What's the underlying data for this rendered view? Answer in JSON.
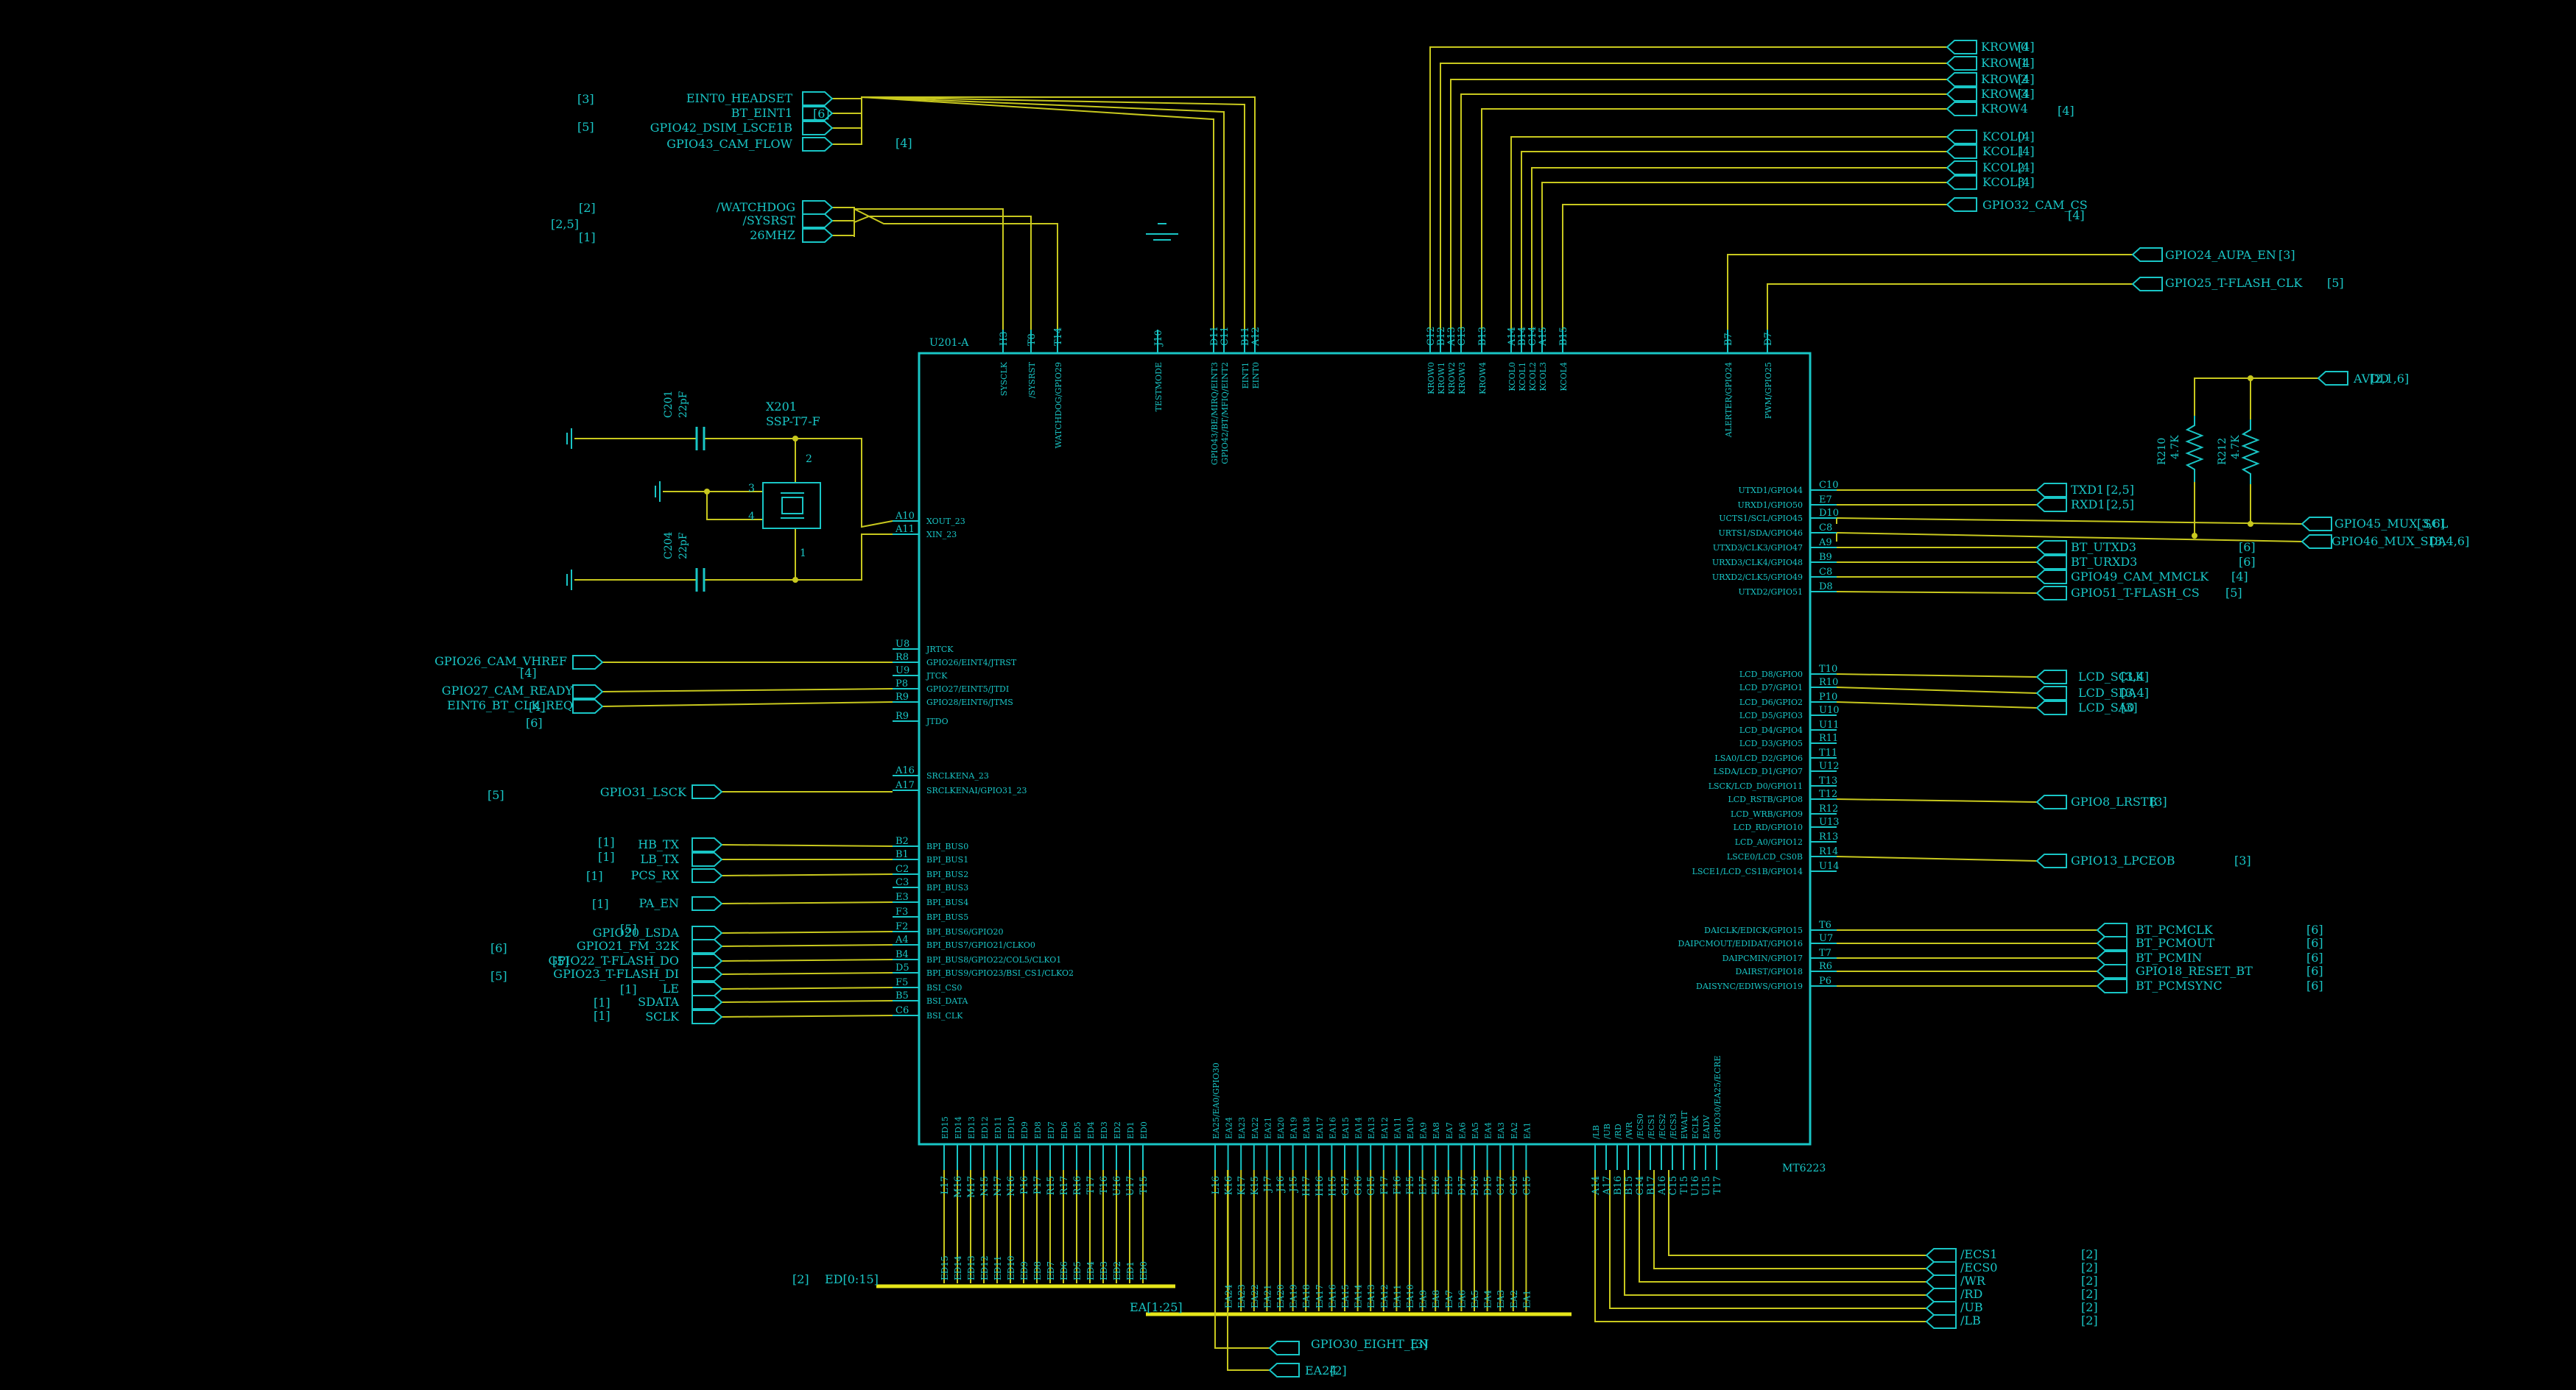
{
  "colors": {
    "background": "#000000",
    "wire": "#c8c81e",
    "part": "#19c6c6",
    "bus": "#e6e61a"
  },
  "chip": {
    "ref": "U201-A",
    "part": "MT6223"
  },
  "crystal": {
    "ref": "X201",
    "part": "SSP-T7-F",
    "pin1": "1",
    "pin2": "2",
    "pin3": "3",
    "pin4": "4"
  },
  "caps": [
    {
      "ref": "C201",
      "value": "22pF"
    },
    {
      "ref": "C204",
      "value": "22pF"
    }
  ],
  "resistors": [
    {
      "ref": "R210",
      "value": "4.7K"
    },
    {
      "ref": "R212",
      "value": "4.7K"
    }
  ],
  "top_pins": [
    {
      "ball": "H3",
      "name": "SYSCLK"
    },
    {
      "ball": "T8",
      "name": "/SYSRST"
    },
    {
      "ball": "T14",
      "name": "WATCHDOG/GPIO29"
    },
    {
      "ball": "J10",
      "name": "TESTMODE"
    },
    {
      "ball": "D11",
      "name": "GPIO43/BE/MIRQ/EINT3"
    },
    {
      "ball": "C11",
      "name": "GPIO42/BT/MFIQ/EINT2"
    },
    {
      "ball": "B11",
      "name": "EINT1"
    },
    {
      "ball": "A12",
      "name": "EINT0"
    },
    {
      "ball": "C12",
      "name": "KROW0"
    },
    {
      "ball": "B12",
      "name": "KROW1"
    },
    {
      "ball": "A13",
      "name": "KROW2"
    },
    {
      "ball": "C13",
      "name": "KROW3"
    },
    {
      "ball": "B13",
      "name": "KROW4"
    },
    {
      "ball": "A14",
      "name": "KCOL0"
    },
    {
      "ball": "B14",
      "name": "KCOL1"
    },
    {
      "ball": "C14",
      "name": "KCOL2"
    },
    {
      "ball": "A15",
      "name": "KCOL3"
    },
    {
      "ball": "B15",
      "name": "KCOL4"
    },
    {
      "ball": "B7",
      "name": "ALERTER/GPIO24"
    },
    {
      "ball": "D7",
      "name": "PWM/GPIO25"
    }
  ],
  "left_pins": [
    {
      "ball": "A10",
      "name": "XOUT_23"
    },
    {
      "ball": "A11",
      "name": "XIN_23"
    },
    {
      "ball": "U8",
      "name": "JRTCK"
    },
    {
      "ball": "R8",
      "name": "GPIO26/EINT4/JTRST"
    },
    {
      "ball": "U9",
      "name": "JTCK"
    },
    {
      "ball": "P8",
      "name": "GPIO27/EINT5/JTDI"
    },
    {
      "ball": "R9",
      "name": "GPIO28/EINT6/JTMS"
    },
    {
      "ball": "R9",
      "name": "JTDO"
    },
    {
      "ball": "A16",
      "name": "SRCLKENA_23"
    },
    {
      "ball": "A17",
      "name": "SRCLKENAI/GPIO31_23"
    },
    {
      "ball": "B2",
      "name": "BPI_BUS0"
    },
    {
      "ball": "B1",
      "name": "BPI_BUS1"
    },
    {
      "ball": "C2",
      "name": "BPI_BUS2"
    },
    {
      "ball": "C3",
      "name": "BPI_BUS3"
    },
    {
      "ball": "E3",
      "name": "BPI_BUS4"
    },
    {
      "ball": "F3",
      "name": "BPI_BUS5"
    },
    {
      "ball": "F2",
      "name": "BPI_BUS6/GPIO20"
    },
    {
      "ball": "A4",
      "name": "BPI_BUS7/GPIO21/CLKO0"
    },
    {
      "ball": "B4",
      "name": "BPI_BUS8/GPIO22/COL5/CLKO1"
    },
    {
      "ball": "D5",
      "name": "BPI_BUS9/GPIO23/BSI_CS1/CLKO2"
    },
    {
      "ball": "F5",
      "name": "BSI_CS0"
    },
    {
      "ball": "B5",
      "name": "BSI_DATA"
    },
    {
      "ball": "C6",
      "name": "BSI_CLK"
    }
  ],
  "right_pins": [
    {
      "ball": "C10",
      "name": "UTXD1/GPIO44"
    },
    {
      "ball": "E7",
      "name": "URXD1/GPIO50"
    },
    {
      "ball": "D10",
      "name": "UCTS1/SCL/GPIO45"
    },
    {
      "ball": "C8",
      "name": "URTS1/SDA/GPIO46"
    },
    {
      "ball": "A9",
      "name": "UTXD3/CLK3/GPIO47"
    },
    {
      "ball": "B9",
      "name": "URXD3/CLK4/GPIO48"
    },
    {
      "ball": "C8",
      "name": "URXD2/CLK5/GPIO49"
    },
    {
      "ball": "D8",
      "name": "UTXD2/GPIO51"
    },
    {
      "ball": "T10",
      "name": "LCD_D8/GPIO0"
    },
    {
      "ball": "R10",
      "name": "LCD_D7/GPIO1"
    },
    {
      "ball": "P10",
      "name": "LCD_D6/GPIO2"
    },
    {
      "ball": "U10",
      "name": "LCD_D5/GPIO3"
    },
    {
      "ball": "U11",
      "name": "LCD_D4/GPIO4"
    },
    {
      "ball": "R11",
      "name": "LCD_D3/GPIO5"
    },
    {
      "ball": "T11",
      "name": "LSA0/LCD_D2/GPIO6"
    },
    {
      "ball": "U12",
      "name": "LSDA/LCD_D1/GPIO7"
    },
    {
      "ball": "T13",
      "name": "LSCK/LCD_D0/GPIO11"
    },
    {
      "ball": "T12",
      "name": "LCD_RSTB/GPIO8"
    },
    {
      "ball": "R12",
      "name": "LCD_WRB/GPIO9"
    },
    {
      "ball": "U13",
      "name": "LCD_RD/GPIO10"
    },
    {
      "ball": "R13",
      "name": "LCD_A0/GPIO12"
    },
    {
      "ball": "R14",
      "name": "LSCE0/LCD_CS0B"
    },
    {
      "ball": "U14",
      "name": "LSCE1/LCD_CS1B/GPIO14"
    },
    {
      "ball": "T6",
      "name": "DAICLK/EDICK/GPIO15"
    },
    {
      "ball": "U7",
      "name": "DAIPCMOUT/EDIDAT/GPIO16"
    },
    {
      "ball": "T7",
      "name": "DAIPCMIN/GPIO17"
    },
    {
      "ball": "R6",
      "name": "DAIRST/GPIO18"
    },
    {
      "ball": "P6",
      "name": "DAISYNC/EDIWS/GPIO19"
    }
  ],
  "bottom_ed_pins": [
    "ED15",
    "ED14",
    "ED13",
    "ED12",
    "ED11",
    "ED10",
    "ED9",
    "ED8",
    "ED7",
    "ED6",
    "ED5",
    "ED4",
    "ED3",
    "ED2",
    "ED1",
    "ED0"
  ],
  "bottom_ed_balls": [
    "L17",
    "M16",
    "M17",
    "N15",
    "N17",
    "N16",
    "P16",
    "P17",
    "R15",
    "R17",
    "R16",
    "T17",
    "T16",
    "U16",
    "U17",
    "T15"
  ],
  "bottom_ea_pins": [
    "EA25/EA0/GPIO30",
    "EA24",
    "EA23",
    "EA22",
    "EA21",
    "EA20",
    "EA19",
    "EA18",
    "EA17",
    "EA16",
    "EA15",
    "EA14",
    "EA13",
    "EA12",
    "EA11",
    "EA10",
    "EA9",
    "EA8",
    "EA7",
    "EA6",
    "EA5",
    "EA4",
    "EA3",
    "EA2",
    "EA1"
  ],
  "bottom_ea_balls": [
    "L16",
    "K16",
    "K17",
    "K15",
    "J17",
    "J16",
    "J15",
    "H17",
    "H16",
    "H15",
    "G17",
    "G16",
    "G15",
    "F17",
    "F16",
    "F15",
    "E17",
    "E16",
    "E15",
    "D17",
    "D16",
    "D15",
    "C17",
    "C16",
    "C15"
  ],
  "bottom_ctrl_pins": [
    "/LB",
    "/UB",
    "/RD",
    "/WR",
    "/ECS0",
    "/ECS1",
    "/ECS2",
    "/ECS3",
    "EWAIT",
    "ECLK",
    "EADV",
    "GPIO30/EA25/ECRE"
  ],
  "bottom_ctrl_balls": [
    "A14",
    "A17",
    "B16",
    "B15",
    "C14",
    "B17",
    "A16",
    "C15",
    "T15",
    "U16",
    "U15",
    "T17"
  ],
  "nets_left": [
    {
      "label": "EINT0_HEADSET",
      "ref": "[3]"
    },
    {
      "label": "BT_EINT1",
      "ref": "[6]"
    },
    {
      "label": "GPIO42_DSIM_LSCE1B",
      "ref": "[5]"
    },
    {
      "label": "GPIO43_CAM_FLOW",
      "ref": "[4]"
    },
    {
      "label": "/WATCHDOG",
      "ref": "[2]"
    },
    {
      "label": "/SYSRST",
      "ref": "[2,5]"
    },
    {
      "label": "26MHZ",
      "ref": "[1]"
    },
    {
      "label": "GPIO26_CAM_VHREF",
      "ref": "[4]"
    },
    {
      "label": "GPIO27_CAM_READY",
      "ref": "[4]"
    },
    {
      "label": "EINT6_BT_CLK_REQ",
      "ref": "[6]"
    },
    {
      "label": "GPIO31_LSCK",
      "ref": "[5]"
    },
    {
      "label": "HB_TX",
      "ref": "[1]"
    },
    {
      "label": "LB_TX",
      "ref": "[1]"
    },
    {
      "label": "PCS_RX",
      "ref": "[1]"
    },
    {
      "label": "PA_EN",
      "ref": "[1]"
    },
    {
      "label": "GPIO20_LSDA",
      "ref": "[5]"
    },
    {
      "label": "GPIO21_FM_32K",
      "ref": "[6]"
    },
    {
      "label": "GPIO22_T-FLASH_DO",
      "ref": "[5]"
    },
    {
      "label": "GPIO23_T-FLASH_DI",
      "ref": "[5]"
    },
    {
      "label": "LE",
      "ref": "[1]"
    },
    {
      "label": "SDATA",
      "ref": "[1]"
    },
    {
      "label": "SCLK",
      "ref": "[1]"
    }
  ],
  "nets_top_right": [
    {
      "label": "KROW0",
      "ref": "[4]"
    },
    {
      "label": "KROW1",
      "ref": "[4]"
    },
    {
      "label": "KROW2",
      "ref": "[4]"
    },
    {
      "label": "KROW3",
      "ref": "[4]"
    },
    {
      "label": "KROW4",
      "ref": "[4]"
    },
    {
      "label": "KCOL0",
      "ref": "[4]"
    },
    {
      "label": "KCOL1",
      "ref": "[4]"
    },
    {
      "label": "KCOL2",
      "ref": "[4]"
    },
    {
      "label": "KCOL3",
      "ref": "[4]"
    },
    {
      "label": "GPIO32_CAM_CS",
      "ref": "[4]"
    },
    {
      "label": "GPIO24_AUPA_EN",
      "ref": "[3]"
    },
    {
      "label": "GPIO25_T-FLASH_CLK",
      "ref": "[5]"
    },
    {
      "label": "AVDD",
      "ref": "[2,1,6]"
    }
  ],
  "nets_right": [
    {
      "label": "TXD1",
      "ref": "[2,5]"
    },
    {
      "label": "RXD1",
      "ref": "[2,5]"
    },
    {
      "label": "GPIO45_MUX_SCL",
      "ref": "[3,6]"
    },
    {
      "label": "GPIO46_MUX_SDA",
      "ref": "[3,4,6]"
    },
    {
      "label": "BT_UTXD3",
      "ref": "[6]"
    },
    {
      "label": "BT_URXD3",
      "ref": "[6]"
    },
    {
      "label": "GPIO49_CAM_MMCLK",
      "ref": "[4]"
    },
    {
      "label": "GPIO51_T-FLASH_CS",
      "ref": "[5]"
    },
    {
      "label": "LCD_SCLK",
      "ref": "[3,4]"
    },
    {
      "label": "LCD_SDA",
      "ref": "[3,4]"
    },
    {
      "label": "LCD_SA0",
      "ref": "[3]"
    },
    {
      "label": "GPIO8_LRSTB",
      "ref": "[3]"
    },
    {
      "label": "GPIO13_LPCEOB",
      "ref": "[3]"
    },
    {
      "label": "BT_PCMCLK",
      "ref": "[6]"
    },
    {
      "label": "BT_PCMOUT",
      "ref": "[6]"
    },
    {
      "label": "BT_PCMIN",
      "ref": "[6]"
    },
    {
      "label": "GPIO18_RESET_BT",
      "ref": "[6]"
    },
    {
      "label": "BT_PCMSYNC",
      "ref": "[6]"
    }
  ],
  "nets_bottom": [
    {
      "label": "ED[0:15]",
      "ref": "[2]"
    },
    {
      "label": "EA[1:25]",
      "ref": ""
    },
    {
      "label": "GPIO30_EIGHT_EN",
      "ref": "[3]"
    },
    {
      "label": "EA24",
      "ref": "[2]"
    },
    {
      "label": "/ECS1",
      "ref": "[2]"
    },
    {
      "label": "/ECS0",
      "ref": "[2]"
    },
    {
      "label": "/WR",
      "ref": "[2]"
    },
    {
      "label": "/RD",
      "ref": "[2]"
    },
    {
      "label": "/UB",
      "ref": "[2]"
    },
    {
      "label": "/LB",
      "ref": "[2]"
    }
  ]
}
